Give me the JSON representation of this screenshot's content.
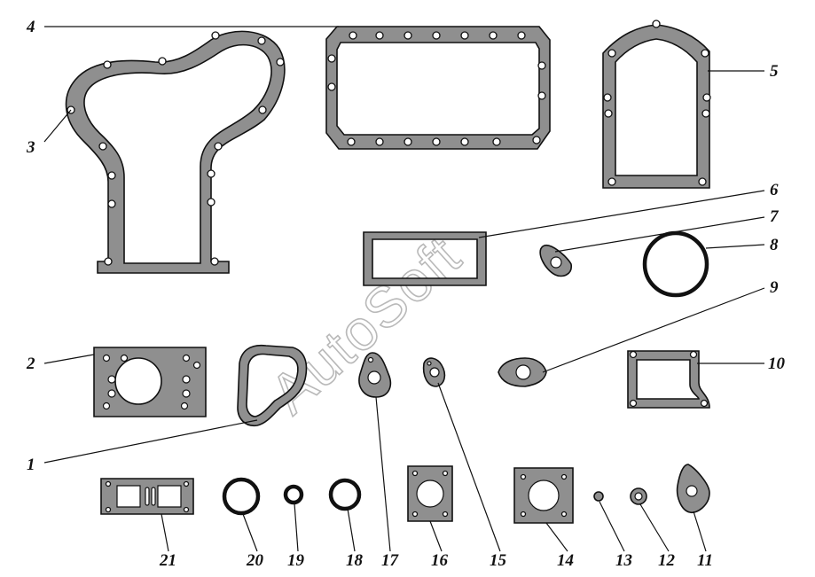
{
  "watermark": "AutoSoft",
  "callouts": {
    "c1": "1",
    "c2": "2",
    "c3": "3",
    "c4": "4",
    "c5": "5",
    "c6": "6",
    "c7": "7",
    "c8": "8",
    "c9": "9",
    "c10": "10",
    "c11": "11",
    "c12": "12",
    "c13": "13",
    "c14": "14",
    "c15": "15",
    "c16": "16",
    "c17": "17",
    "c18": "18",
    "c19": "19",
    "c20": "20",
    "c21": "21"
  }
}
